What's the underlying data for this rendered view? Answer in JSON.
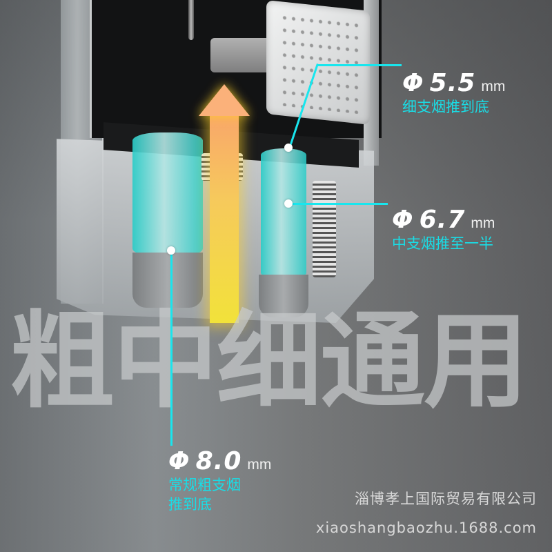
{
  "headline": "粗中细通用",
  "callouts": [
    {
      "id": "slim",
      "phi": "Φ",
      "value": "5.5",
      "unit": "mm",
      "description": [
        "细支烟推到底"
      ]
    },
    {
      "id": "medium",
      "phi": "Φ",
      "value": "6.7",
      "unit": "mm",
      "description": [
        "中支烟推至一半"
      ]
    },
    {
      "id": "regular",
      "phi": "Φ",
      "value": "8.0",
      "unit": "mm",
      "description": [
        "常规粗支烟",
        "推到底"
      ]
    }
  ],
  "footer": {
    "company": "淄博孝上国际贸易有限公司",
    "url": "xiaoshangbaozhu.1688.com"
  },
  "colors": {
    "accent_cyan": "#18e6ee",
    "label_cyan": "#19dde6",
    "arrow_yellow": "#f2e23a",
    "arrow_orange": "#f9a76a",
    "text_white": "#ffffff"
  },
  "icons": {
    "push_arrow": "up-arrow-icon"
  }
}
